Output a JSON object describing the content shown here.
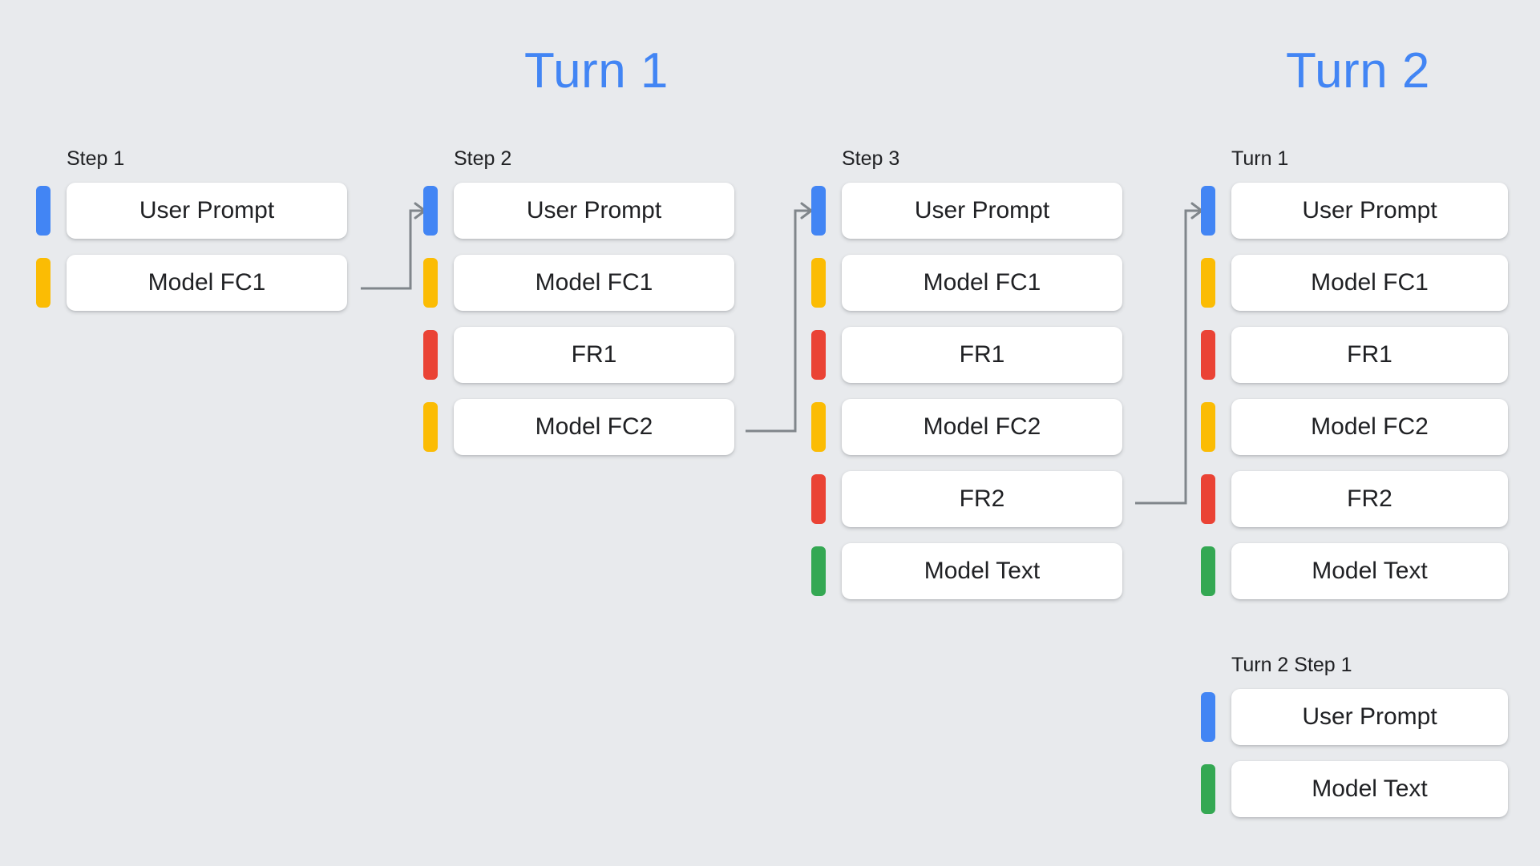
{
  "background_color": "#e8eaed",
  "palette": {
    "blue": "#4285f4",
    "yellow": "#fbbc04",
    "red": "#ea4335",
    "green": "#34a853",
    "connector_gray": "#80868b",
    "card_white": "#ffffff",
    "text": "#202124"
  },
  "headings": [
    {
      "text": "Turn 1",
      "color": "#4285f4"
    },
    {
      "text": "Turn 2",
      "color": "#4285f4"
    }
  ],
  "columns": [
    {
      "label": "Step 1",
      "rows": [
        {
          "label": "User Prompt",
          "color": "blue"
        },
        {
          "label": "Model FC1",
          "color": "yellow"
        }
      ]
    },
    {
      "label": "Step 2",
      "rows": [
        {
          "label": "User Prompt",
          "color": "blue"
        },
        {
          "label": "Model FC1",
          "color": "yellow"
        },
        {
          "label": "FR1",
          "color": "red"
        },
        {
          "label": "Model FC2",
          "color": "yellow"
        }
      ]
    },
    {
      "label": "Step 3",
      "rows": [
        {
          "label": "User Prompt",
          "color": "blue"
        },
        {
          "label": "Model FC1",
          "color": "yellow"
        },
        {
          "label": "FR1",
          "color": "red"
        },
        {
          "label": "Model FC2",
          "color": "yellow"
        },
        {
          "label": "FR2",
          "color": "red"
        },
        {
          "label": "Model Text",
          "color": "green"
        }
      ]
    },
    {
      "label": "Turn 1",
      "rows": [
        {
          "label": "User Prompt",
          "color": "blue"
        },
        {
          "label": "Model FC1",
          "color": "yellow"
        },
        {
          "label": "FR1",
          "color": "red"
        },
        {
          "label": "Model FC2",
          "color": "yellow"
        },
        {
          "label": "FR2",
          "color": "red"
        },
        {
          "label": "Model Text",
          "color": "green"
        }
      ]
    },
    {
      "label": "Turn 2 Step 1",
      "rows": [
        {
          "label": "User Prompt",
          "color": "blue"
        },
        {
          "label": "Model Text",
          "color": "green"
        }
      ]
    }
  ],
  "connectors": [
    {
      "name": "step1-to-step2"
    },
    {
      "name": "step2-to-step3"
    },
    {
      "name": "step3-to-turn1"
    }
  ]
}
